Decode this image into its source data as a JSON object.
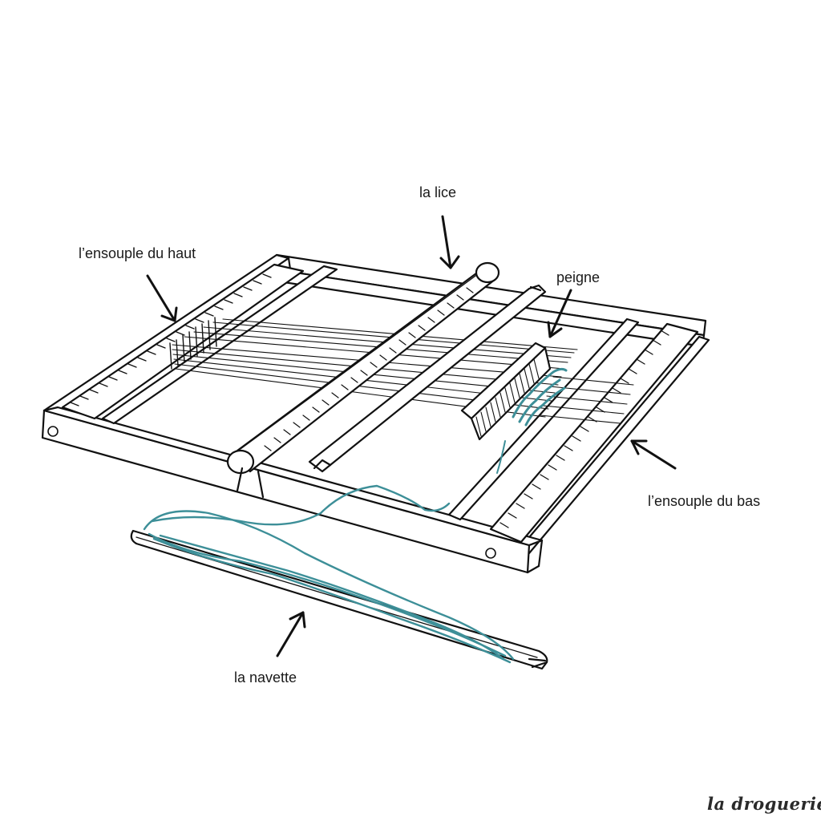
{
  "labels": {
    "top_beam": "l’ensouple du haut",
    "heddle": "la lice",
    "comb": "peigne",
    "bottom_beam": "l’ensouple du bas",
    "shuttle": "la navette"
  },
  "brand": "la droguerie",
  "colors": {
    "line": "#111111",
    "yarn": "#3d8f98",
    "background": "#ffffff"
  }
}
